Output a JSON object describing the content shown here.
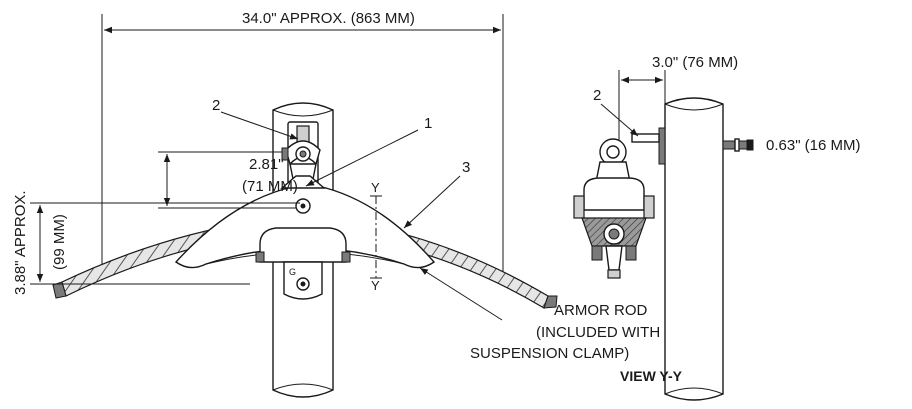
{
  "diagram": {
    "dimensions": {
      "overall_width": "34.0\" APPROX. (863 MM)",
      "clamp_offset": "3.0\" (76 MM)",
      "bolt_projection": "0.63\" (16 MM)",
      "eye_height_in": "2.81\"",
      "eye_height_mm": "(71 MM)",
      "height_in": "3.88\" APPROX.",
      "height_mm": "(99 MM)"
    },
    "callouts": {
      "one": "1",
      "two": "2",
      "two_side": "2",
      "three": "3"
    },
    "section_marks": {
      "top": "Y",
      "bottom": "Y"
    },
    "armor_note": {
      "line1": "ARMOR ROD",
      "line2": "(INCLUDED WITH",
      "line3": "SUSPENSION CLAMP)"
    },
    "view_label": "VIEW Y-Y",
    "clamp_mark": "G"
  }
}
